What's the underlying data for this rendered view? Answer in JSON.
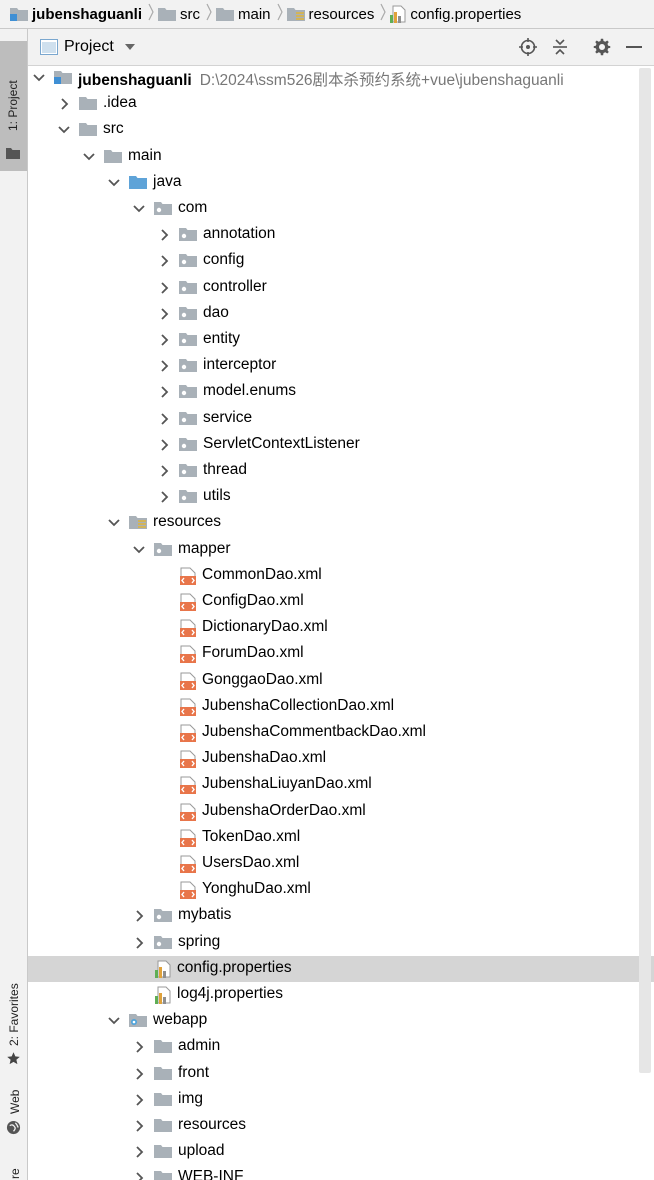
{
  "breadcrumb": [
    {
      "label": "jubenshaguanli",
      "icon": "module-folder-icon"
    },
    {
      "label": "src",
      "icon": "folder-icon"
    },
    {
      "label": "main",
      "icon": "folder-icon"
    },
    {
      "label": "resources",
      "icon": "resources-folder-icon"
    },
    {
      "label": "config.properties",
      "icon": "properties-file-icon"
    }
  ],
  "left_stripe": {
    "project_tab": "1: Project",
    "favorites_tab": "2: Favorites",
    "web_tab": "Web",
    "structure_tab": "re"
  },
  "panel": {
    "title": "Project",
    "icons": [
      "locate-icon",
      "collapse-icon",
      "settings-gear-icon",
      "minimize-icon"
    ]
  },
  "tree": [
    {
      "depth": 0,
      "label": "jubenshaguanli",
      "path": "D:\\2024\\ssm526剧本杀预约系统+vue\\jubenshaguanli",
      "icon": "module-folder",
      "state": "open",
      "bold": true
    },
    {
      "depth": 1,
      "label": ".idea",
      "icon": "folder",
      "state": "closed"
    },
    {
      "depth": 1,
      "label": "src",
      "icon": "folder",
      "state": "open"
    },
    {
      "depth": 2,
      "label": "main",
      "icon": "folder",
      "state": "open"
    },
    {
      "depth": 3,
      "label": "java",
      "icon": "source-folder",
      "state": "open"
    },
    {
      "depth": 4,
      "label": "com",
      "icon": "package",
      "state": "open"
    },
    {
      "depth": 5,
      "label": "annotation",
      "icon": "package",
      "state": "closed"
    },
    {
      "depth": 5,
      "label": "config",
      "icon": "package",
      "state": "closed"
    },
    {
      "depth": 5,
      "label": "controller",
      "icon": "package",
      "state": "closed"
    },
    {
      "depth": 5,
      "label": "dao",
      "icon": "package",
      "state": "closed"
    },
    {
      "depth": 5,
      "label": "entity",
      "icon": "package",
      "state": "closed"
    },
    {
      "depth": 5,
      "label": "interceptor",
      "icon": "package",
      "state": "closed"
    },
    {
      "depth": 5,
      "label": "model.enums",
      "icon": "package",
      "state": "closed"
    },
    {
      "depth": 5,
      "label": "service",
      "icon": "package",
      "state": "closed"
    },
    {
      "depth": 5,
      "label": "ServletContextListener",
      "icon": "package",
      "state": "closed"
    },
    {
      "depth": 5,
      "label": "thread",
      "icon": "package",
      "state": "closed"
    },
    {
      "depth": 5,
      "label": "utils",
      "icon": "package",
      "state": "closed"
    },
    {
      "depth": 3,
      "label": "resources",
      "icon": "resources-folder",
      "state": "open"
    },
    {
      "depth": 4,
      "label": "mapper",
      "icon": "package",
      "state": "open"
    },
    {
      "depth": 6,
      "label": "CommonDao.xml",
      "icon": "xml-file",
      "state": "leaf"
    },
    {
      "depth": 6,
      "label": "ConfigDao.xml",
      "icon": "xml-file",
      "state": "leaf"
    },
    {
      "depth": 6,
      "label": "DictionaryDao.xml",
      "icon": "xml-file",
      "state": "leaf"
    },
    {
      "depth": 6,
      "label": "ForumDao.xml",
      "icon": "xml-file",
      "state": "leaf"
    },
    {
      "depth": 6,
      "label": "GonggaoDao.xml",
      "icon": "xml-file",
      "state": "leaf"
    },
    {
      "depth": 6,
      "label": "JubenshaCollectionDao.xml",
      "icon": "xml-file",
      "state": "leaf"
    },
    {
      "depth": 6,
      "label": "JubenshaCommentbackDao.xml",
      "icon": "xml-file",
      "state": "leaf"
    },
    {
      "depth": 6,
      "label": "JubenshaDao.xml",
      "icon": "xml-file",
      "state": "leaf"
    },
    {
      "depth": 6,
      "label": "JubenshaLiuyanDao.xml",
      "icon": "xml-file",
      "state": "leaf"
    },
    {
      "depth": 6,
      "label": "JubenshaOrderDao.xml",
      "icon": "xml-file",
      "state": "leaf"
    },
    {
      "depth": 6,
      "label": "TokenDao.xml",
      "icon": "xml-file",
      "state": "leaf"
    },
    {
      "depth": 6,
      "label": "UsersDao.xml",
      "icon": "xml-file",
      "state": "leaf"
    },
    {
      "depth": 6,
      "label": "YonghuDao.xml",
      "icon": "xml-file",
      "state": "leaf"
    },
    {
      "depth": 4,
      "label": "mybatis",
      "icon": "package",
      "state": "closed"
    },
    {
      "depth": 4,
      "label": "spring",
      "icon": "package",
      "state": "closed"
    },
    {
      "depth": 5,
      "label": "config.properties",
      "icon": "properties-file",
      "state": "leaf",
      "selected": true
    },
    {
      "depth": 5,
      "label": "log4j.properties",
      "icon": "properties-file",
      "state": "leaf"
    },
    {
      "depth": 3,
      "label": "webapp",
      "icon": "web-folder",
      "state": "open"
    },
    {
      "depth": 4,
      "label": "admin",
      "icon": "folder",
      "state": "closed"
    },
    {
      "depth": 4,
      "label": "front",
      "icon": "folder",
      "state": "closed"
    },
    {
      "depth": 4,
      "label": "img",
      "icon": "folder",
      "state": "closed"
    },
    {
      "depth": 4,
      "label": "resources",
      "icon": "folder",
      "state": "closed"
    },
    {
      "depth": 4,
      "label": "upload",
      "icon": "folder",
      "state": "closed"
    },
    {
      "depth": 4,
      "label": "WEB-INF",
      "icon": "folder",
      "state": "closed"
    }
  ],
  "colors": {
    "folder": "#a9b1b8",
    "source_folder": "#5ea3d8",
    "module_square": "#3f8fd4",
    "xml_orange": "#e8754a",
    "selection": "#d5d5d5",
    "toolbar_bg": "#f2f2f2"
  }
}
